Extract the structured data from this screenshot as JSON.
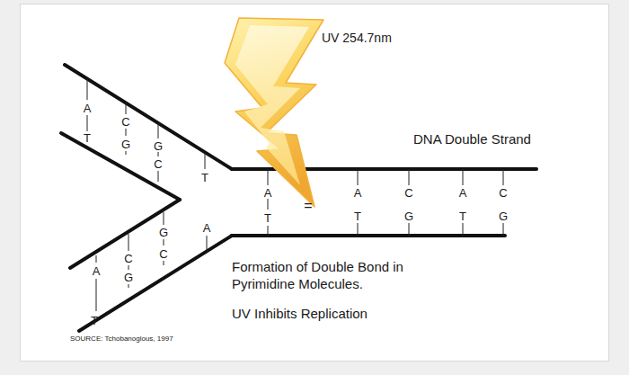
{
  "diagram": {
    "labels": [
      "UV 254.7nm",
      "DNA Double Strand",
      "A",
      "T",
      "C",
      "G",
      "G",
      "C",
      "T",
      "A",
      "T",
      "=",
      "A",
      "T",
      "C",
      "G",
      "A",
      "T",
      "C",
      "G",
      "A",
      "G",
      "C",
      "C",
      "G",
      "A",
      "T",
      "Formation of Double Bond in Pyrimidine Molecules.",
      "UV Inhibits Replication",
      "SOURCE: Tchobanoglous, 1997"
    ]
  }
}
